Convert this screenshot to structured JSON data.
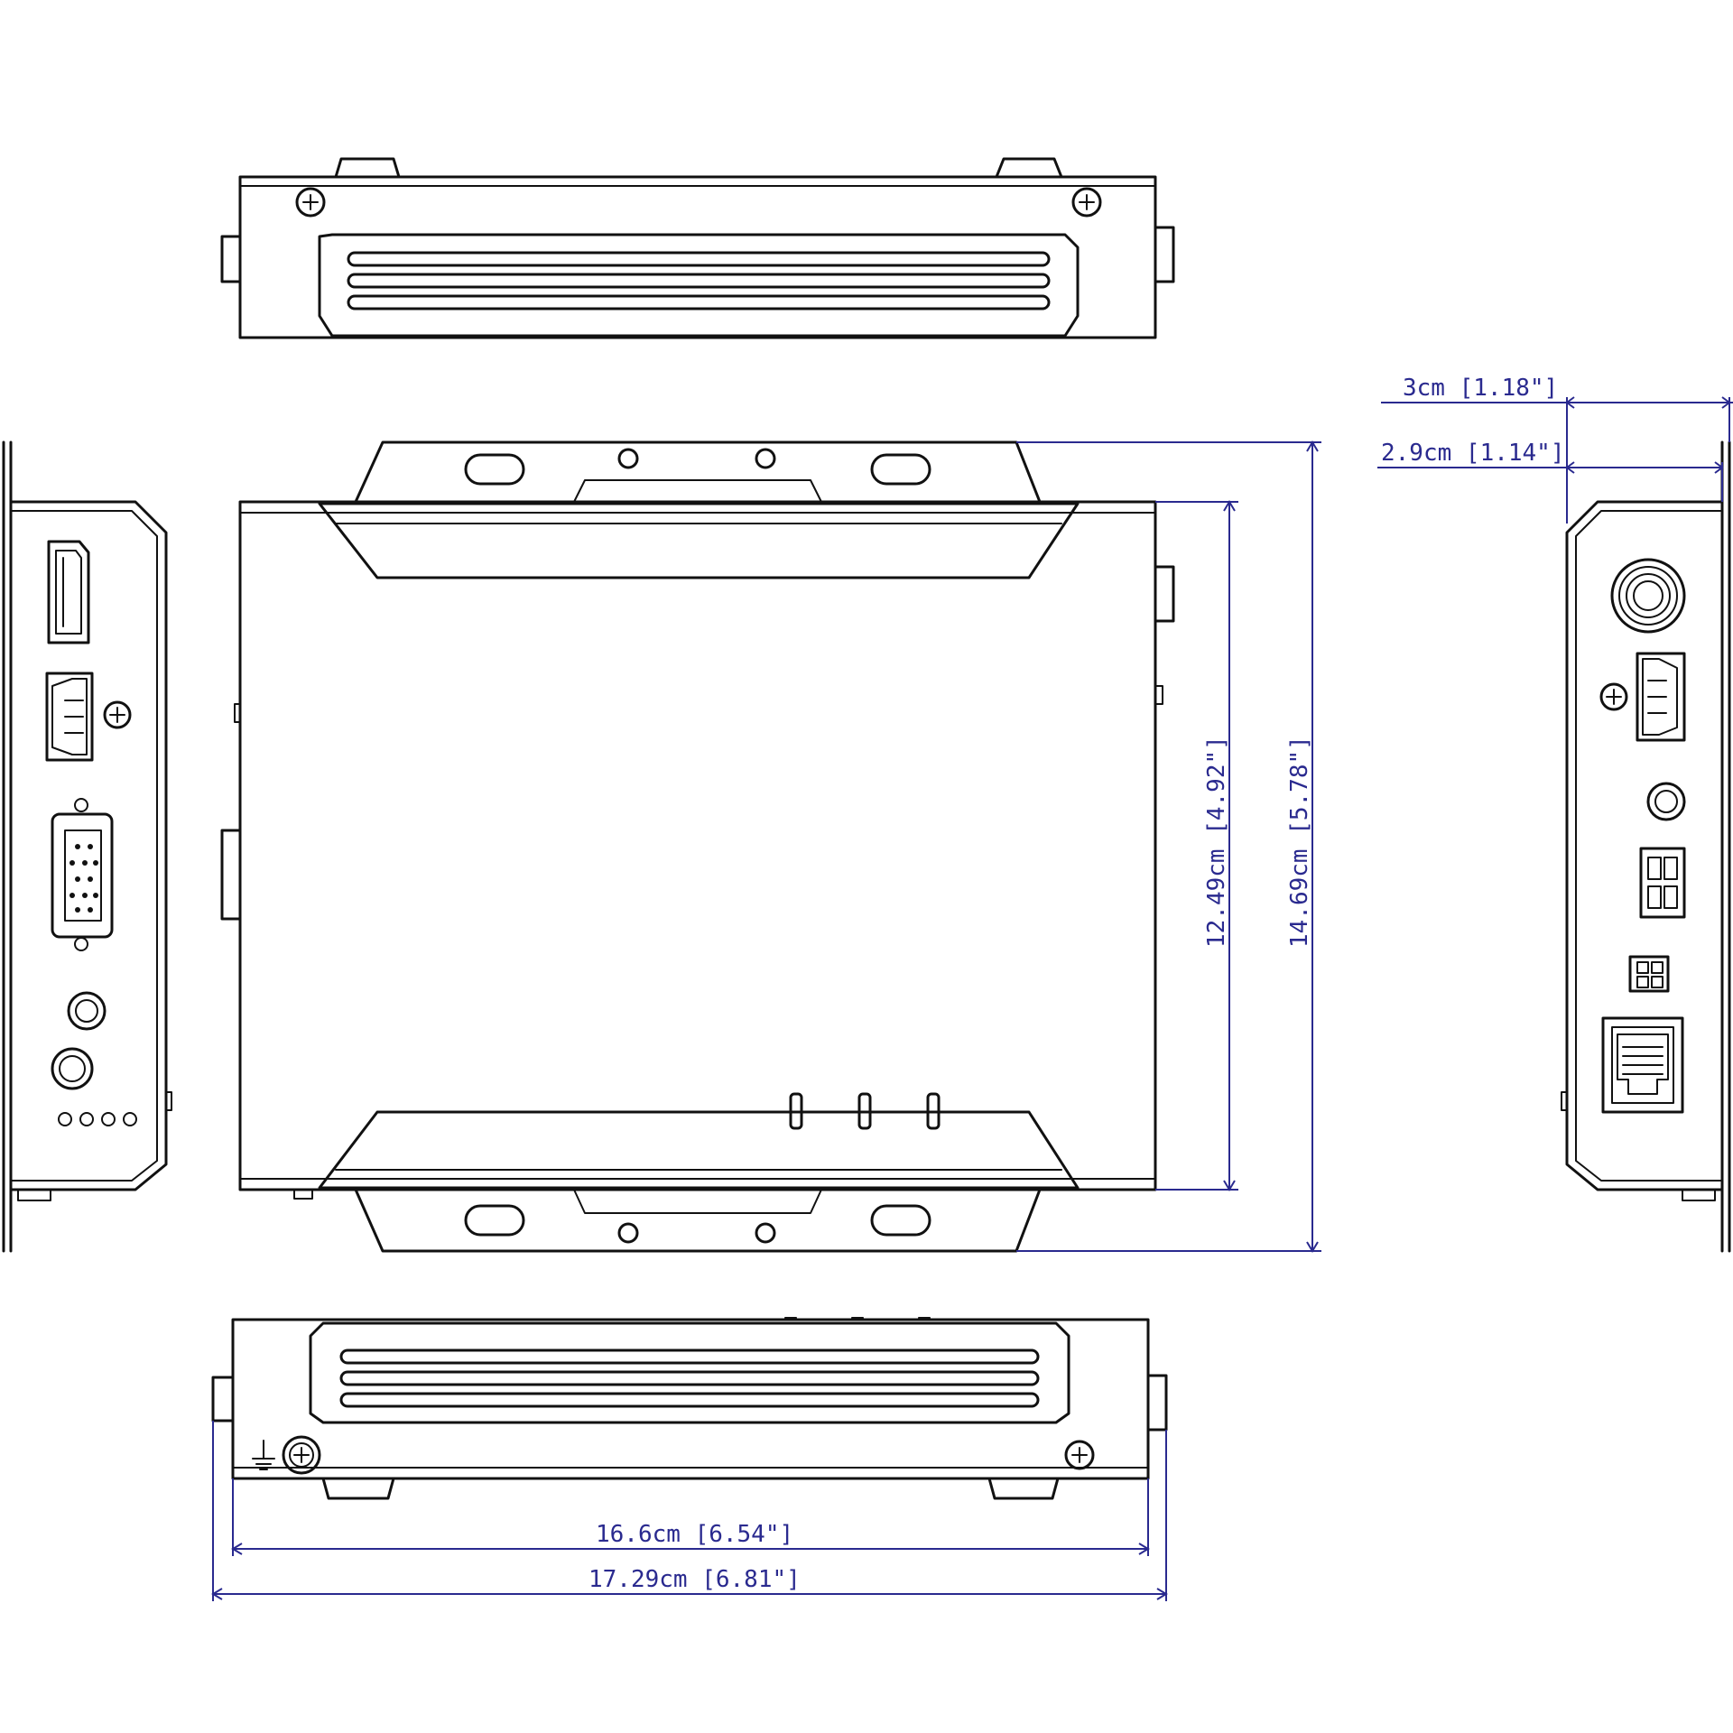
{
  "colors": {
    "outline": "#111111",
    "dimension": "#2a2a8f",
    "background": "#ffffff"
  },
  "dimensions": {
    "depth_outer": "3cm [1.18\"]",
    "depth_body": "2.9cm [1.14\"]",
    "height_body": "12.49cm [4.92\"]",
    "height_outer": "14.69cm [5.78\"]",
    "width_body": "16.6cm [6.54\"]",
    "width_outer": "17.29cm [6.81\"]"
  },
  "icons": [
    "screw-icon",
    "ground-icon",
    "displayport-icon",
    "hdmi-icon",
    "vga-icon",
    "audio-jack-icon",
    "bnc-connector-icon",
    "terminal-block-icon",
    "dip-switch-icon",
    "rj45-icon",
    "led-icon"
  ]
}
